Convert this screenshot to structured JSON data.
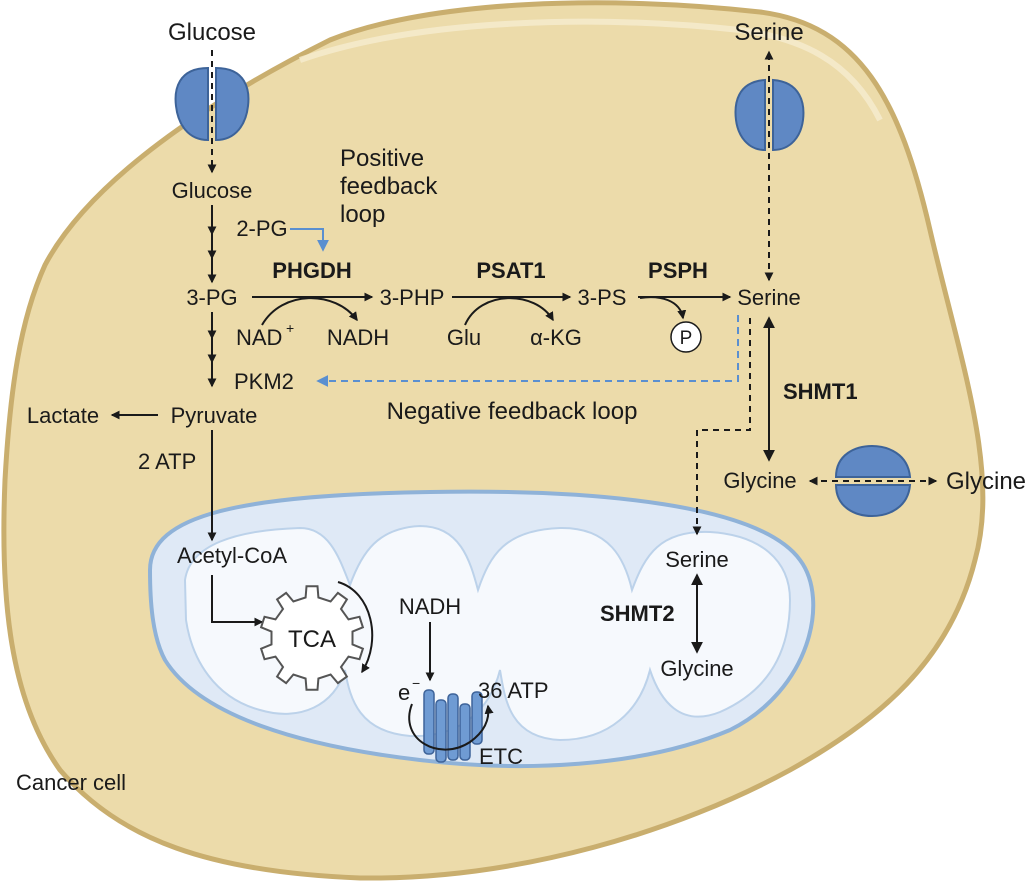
{
  "colors": {
    "cell_fill": "#ecdbaa",
    "cell_stroke": "#c9ae6e",
    "mito_fill": "#dfe9f6",
    "mito_stroke": "#8fb2d8",
    "transporter": "#5f88c4",
    "feedback_arrow": "#5a8fd0",
    "text": "#1a1a1a"
  },
  "labels": {
    "glucose_outside": "Glucose",
    "glucose_inside": "Glucose",
    "pg2": "2-PG",
    "positive_feedback_1": "Positive",
    "positive_feedback_2": "feedback",
    "positive_feedback_3": "loop",
    "pg3": "3-PG",
    "phgdh": "PHGDH",
    "php3": "3-PHP",
    "psat1": "PSAT1",
    "ps3": "3-PS",
    "psph": "PSPH",
    "serine_cyto": "Serine",
    "serine_outside": "Serine",
    "nad": "NAD",
    "nad_sup": "+",
    "nadh_cyto": "NADH",
    "glu": "Glu",
    "akg": "α-KG",
    "phosphate": "P",
    "pkm2": "PKM2",
    "negative_feedback": "Negative feedback loop",
    "lactate": "Lactate",
    "pyruvate": "Pyruvate",
    "atp2": "2 ATP",
    "shmt1": "SHMT1",
    "glycine_cyto": "Glycine",
    "glycine_outside": "Glycine",
    "acetyl_coa": "Acetyl-CoA",
    "tca": "TCA",
    "nadh_mito": "NADH",
    "electron": "e",
    "electron_sup": "−",
    "atp36": "36 ATP",
    "etc": "ETC",
    "serine_mito": "Serine",
    "shmt2": "SHMT2",
    "glycine_mito": "Glycine",
    "cancer_cell": "Cancer cell"
  }
}
